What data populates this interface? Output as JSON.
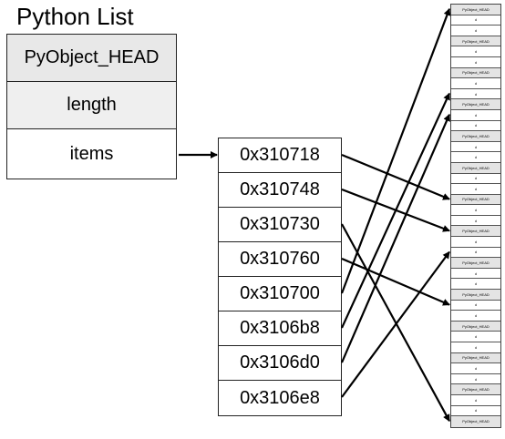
{
  "title": "Python List",
  "struct_fields": [
    "PyObject_HEAD",
    "length",
    "items"
  ],
  "pointers": [
    "0x310718",
    "0x310748",
    "0x310730",
    "0x310760",
    "0x310700",
    "0x3106b8",
    "0x3106d0",
    "0x3106e8"
  ],
  "memory": {
    "object_label": "PyObject_HEAD",
    "value_label": "d",
    "cells": [
      "obj",
      "val",
      "val",
      "obj",
      "val",
      "val",
      "obj",
      "val",
      "val",
      "obj",
      "val",
      "val",
      "obj",
      "val",
      "val",
      "obj",
      "val",
      "val",
      "obj",
      "val",
      "val",
      "obj",
      "val",
      "val",
      "obj",
      "val",
      "val",
      "obj",
      "val",
      "val",
      "obj",
      "val",
      "val",
      "obj",
      "val",
      "val",
      "obj",
      "val",
      "val",
      "obj"
    ]
  },
  "links": [
    {
      "from": "items",
      "to_pointer": 0
    },
    {
      "pointer": 0,
      "target_cell": 18
    },
    {
      "pointer": 1,
      "target_cell": 21
    },
    {
      "pointer": 2,
      "target_cell": 39
    },
    {
      "pointer": 3,
      "target_cell": 28
    },
    {
      "pointer": 4,
      "target_cell": 0
    },
    {
      "pointer": 5,
      "target_cell": 8
    },
    {
      "pointer": 6,
      "target_cell": 10
    },
    {
      "pointer": 7,
      "target_cell": 23
    }
  ]
}
